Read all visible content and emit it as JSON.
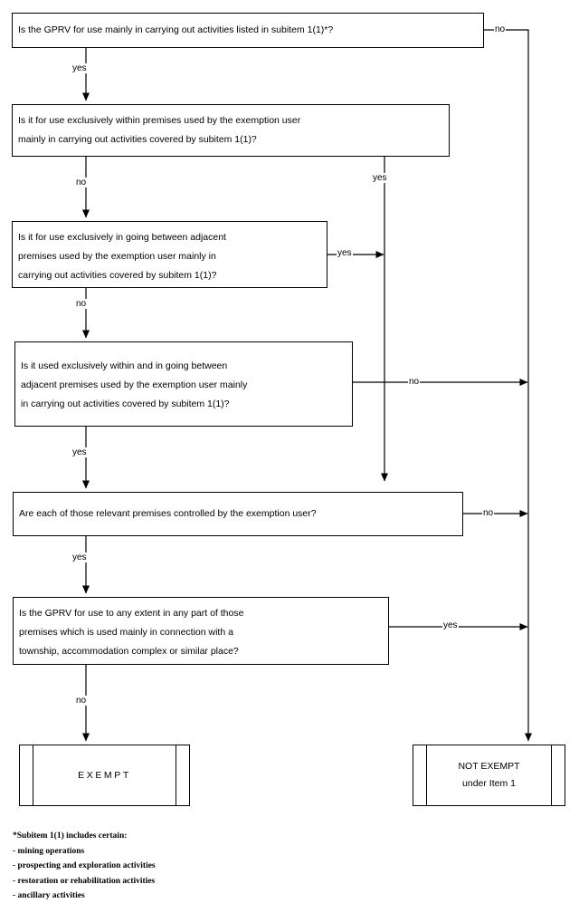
{
  "diagram": {
    "title": "GPRV exemption decision flowchart",
    "line_color": "#000000",
    "background": "#ffffff"
  },
  "nodes": {
    "q1": {
      "id": "q1",
      "lines": [
        "Is the GPRV for use mainly in carrying out activities listed in subitem 1(1)*?"
      ]
    },
    "q2": {
      "id": "q2",
      "lines": [
        "Is it for use exclusively within premises used by the exemption user",
        "mainly in carrying out activities covered by subitem 1(1)?"
      ]
    },
    "q3": {
      "id": "q3",
      "lines": [
        "Is it for use exclusively in going between adjacent",
        "premises used by the exemption user mainly in",
        "carrying out activities covered by subitem 1(1)?"
      ]
    },
    "q4": {
      "id": "q4",
      "lines": [
        "Is it used exclusively within and in going between",
        "adjacent premises used by the exemption user mainly",
        "in carrying out activities covered by subitem 1(1)?"
      ]
    },
    "q5": {
      "id": "q5",
      "lines": [
        "Are each of those relevant premises controlled by the exemption user?"
      ]
    },
    "q6": {
      "id": "q6",
      "lines": [
        "Is the GPRV for use to any extent in any part of those",
        "premises which is used mainly in connection with a",
        "township, accommodation complex or similar place?"
      ]
    },
    "exempt": {
      "id": "exempt",
      "line1": "EXEMPT",
      "line2": ""
    },
    "not_exempt": {
      "id": "not-exempt",
      "line1": "NOT EXEMPT",
      "line2": "under Item 1"
    }
  },
  "edges": {
    "q1_no": "no",
    "q1_yes": "yes",
    "q2_no": "no",
    "q2_yes": "yes",
    "q3_no": "no",
    "q3_yes": "yes",
    "q4_no": "no",
    "q4_yes": "yes",
    "q5_no": "no",
    "q5_yes": "yes",
    "q6_no": "no",
    "q6_yes": "yes"
  },
  "footnote": {
    "heading": "*Subitem 1(1) includes certain:",
    "items": [
      "- mining operations",
      "- prospecting and exploration activities",
      "- restoration or rehabilitation activities",
      "- ancillary activities"
    ]
  }
}
